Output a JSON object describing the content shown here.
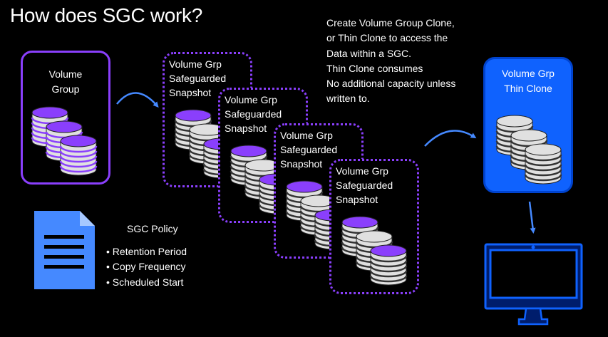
{
  "title": "How does SGC work?",
  "volume_group": {
    "line1": "Volume",
    "line2": "Group"
  },
  "snapshots": [
    {
      "line1": "Volume Grp",
      "line2": "Safeguarded",
      "line3": "Snapshot"
    },
    {
      "line1": "Volume Grp",
      "line2": "Safeguarded",
      "line3": "Snapshot"
    },
    {
      "line1": "Volume Grp",
      "line2": "Safeguarded",
      "line3": "Snapshot"
    },
    {
      "line1": "Volume Grp",
      "line2": "Safeguarded",
      "line3": "Snapshot"
    }
  ],
  "note": [
    "Create Volume Group Clone,",
    "or Thin Clone to access the",
    "Data within a SGC.",
    "Thin Clone consumes",
    "No additional capacity unless",
    "written to."
  ],
  "clone": {
    "line1": "Volume Grp",
    "line2": "Thin Clone"
  },
  "policy": {
    "heading": "SGC Policy",
    "items": [
      "Retention Period",
      "Copy Frequency",
      "Scheduled Start"
    ]
  },
  "colors": {
    "purple": "#8a3ffc",
    "blue": "#0f62fe",
    "arrow": "#4589ff",
    "disk_white": "#e0e0e0"
  },
  "icons": [
    "disk-stack-icon",
    "document-icon",
    "monitor-icon",
    "arrow-icon"
  ]
}
